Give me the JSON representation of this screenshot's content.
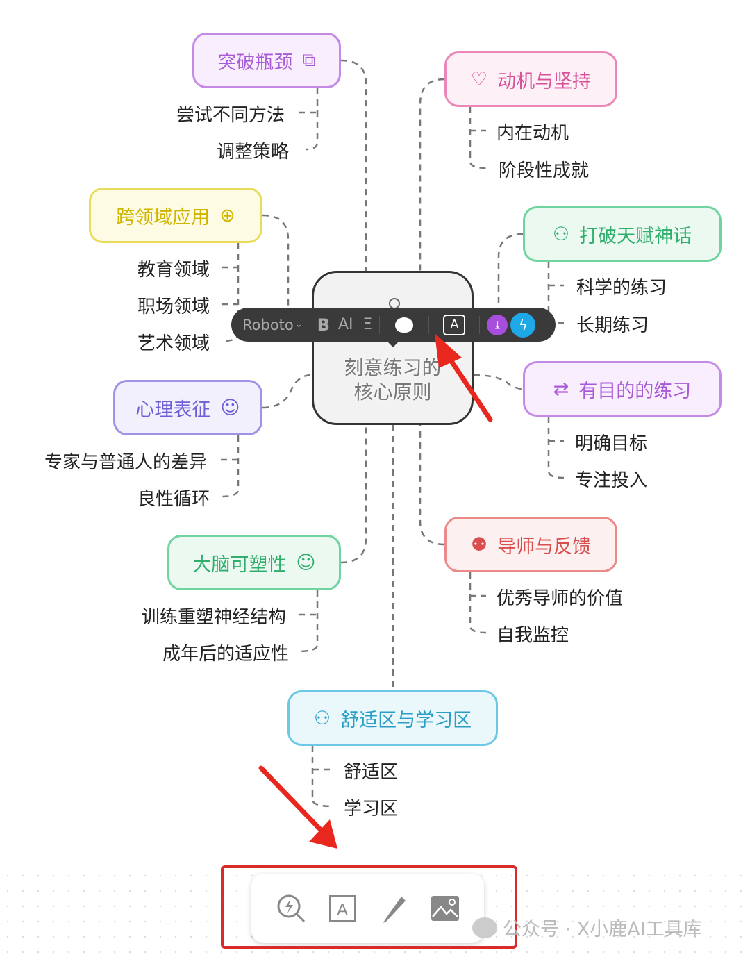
{
  "center": {
    "line1": "刻意练习的",
    "line2": "核心原则"
  },
  "toolbar": {
    "font": "Roboto",
    "bold": "B",
    "size": "AI",
    "align": "Ξ",
    "text_style": "A",
    "icons": [
      "chevron-down-icon",
      "palette-icon",
      "download-icon",
      "lightning-icon"
    ]
  },
  "nodes": [
    {
      "title": "突破瓶颈",
      "icon": "flowchart-icon",
      "children": [
        "尝试不同方法",
        "调整策略"
      ]
    },
    {
      "title": "动机与坚持",
      "icon": "heart-hand-icon",
      "children": [
        "内在动机",
        "阶段性成就"
      ]
    },
    {
      "title": "跨领域应用",
      "icon": "globe-icon",
      "children": [
        "教育领域",
        "职场领域",
        "艺术领域"
      ]
    },
    {
      "title": "打破天赋神话",
      "icon": "people-icon",
      "children": [
        "科学的练习",
        "长期练习"
      ]
    },
    {
      "title": "心理表征",
      "icon": "brain-head-icon",
      "children": [
        "专家与普通人的差异",
        "良性循环"
      ]
    },
    {
      "title": "有目的的练习",
      "icon": "arrows-icon",
      "children": [
        "明确目标",
        "专注投入"
      ]
    },
    {
      "title": "大脑可塑性",
      "icon": "brain-head-icon",
      "children": [
        "训练重塑神经结构",
        "成年后的适应性"
      ]
    },
    {
      "title": "导师与反馈",
      "icon": "group-icon",
      "children": [
        "优秀导师的价值",
        "自我监控"
      ]
    },
    {
      "title": "舒适区与学习区",
      "icon": "team-icon",
      "children": [
        "舒适区",
        "学习区"
      ]
    }
  ],
  "colors": {
    "purple": "#b06ad8",
    "pink": "#e0609f",
    "yellow": "#d4bd10",
    "green": "#35b574",
    "indigo": "#7d70dc",
    "red": "#e06565",
    "cyan": "#3aaed3",
    "annotation": "#e8281f"
  },
  "bottom_toolbar": [
    "ai-search-icon",
    "text-box-icon",
    "pen-icon",
    "image-icon"
  ],
  "watermark": "公众号 · X小鹿AI工具库"
}
